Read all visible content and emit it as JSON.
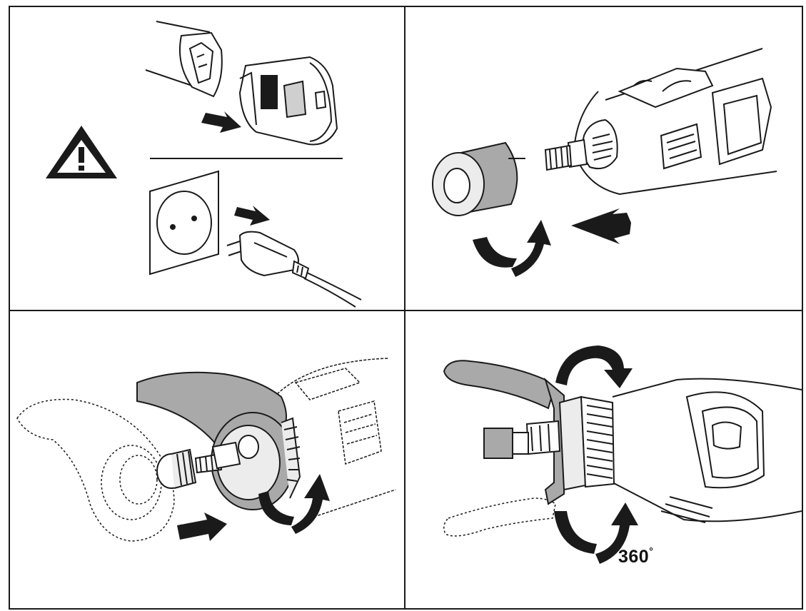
{
  "panels": [
    {
      "id": 1,
      "step": "disconnect-power"
    },
    {
      "id": 2,
      "step": "remove-cap"
    },
    {
      "id": 3,
      "step": "attach-guide-handle"
    },
    {
      "id": 4,
      "step": "rotate-handle"
    }
  ],
  "rotation_label": {
    "value": "360",
    "unit": "°"
  },
  "icons": [
    "warning-triangle-icon",
    "battery-pack-icon",
    "wall-socket-icon",
    "power-plug-icon",
    "rotary-tool-icon",
    "collet-cap-icon",
    "rotate-arrow-icon",
    "push-arrow-icon",
    "guide-handle-icon"
  ],
  "colors": {
    "line": "#1a1a1a",
    "fill_grey": "#a9a9a9",
    "fill_light": "#ececec",
    "background": "#ffffff"
  }
}
